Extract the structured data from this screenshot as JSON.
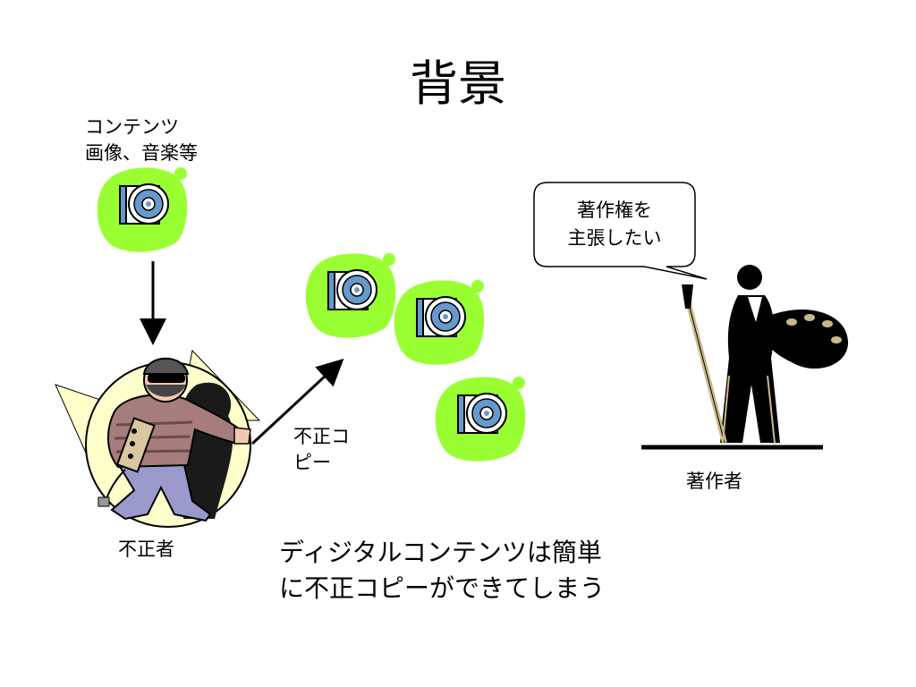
{
  "slide": {
    "title": "背景",
    "content_label": {
      "line1": "コンテンツ",
      "line2": "画像、音楽等"
    },
    "illegal_copy_label": {
      "line1": "不正コ",
      "line2": "ピー"
    },
    "speech": {
      "line1": "著作権を",
      "line2": "主張したい"
    },
    "author_label": "著作者",
    "pirate_label": "不正者",
    "caption": {
      "line1": "ディジタルコンテンツは簡単",
      "line2": "に不正コピーができてしまう"
    }
  },
  "colors": {
    "cd_blob": "#99ff33",
    "cd_disc": "#6699cc",
    "cd_case": "#ffffff",
    "pirate_glow": "#ffffcc",
    "sweater": "#a67c7c",
    "pants": "#9999cc"
  },
  "icons": [
    "cd-icon",
    "pirate-clipart",
    "painter-clipart",
    "speech-bubble",
    "arrow-down",
    "arrow-diagonal"
  ]
}
